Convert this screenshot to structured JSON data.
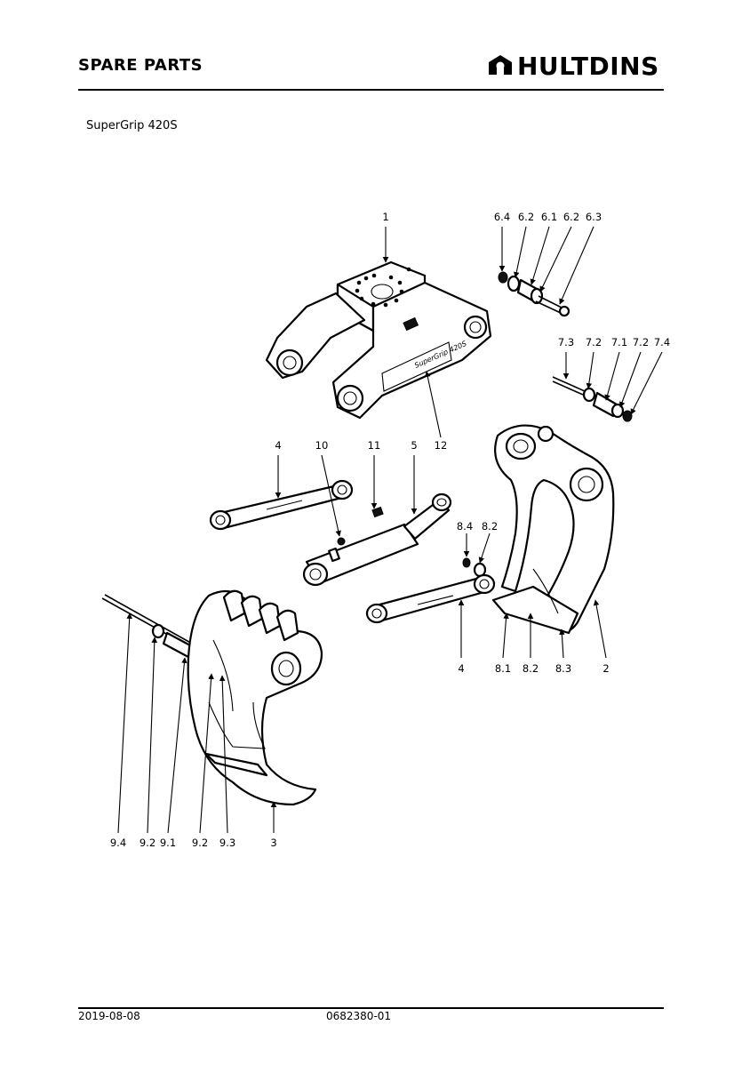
{
  "header": {
    "title": "SPARE PARTS",
    "brand": "HULTDINS"
  },
  "subtitle": "SuperGrip 420S",
  "footer": {
    "date": "2019-08-08",
    "doc_number": "0682380-01"
  },
  "callouts": {
    "c1": "1",
    "c6_4": "6.4",
    "c6_2a": "6.2",
    "c6_1": "6.1",
    "c6_2b": "6.2",
    "c6_3": "6.3",
    "c7_3": "7.3",
    "c7_2a": "7.2",
    "c7_1": "7.1",
    "c7_2b": "7.2",
    "c7_4": "7.4",
    "c4_top": "4",
    "c10": "10",
    "c11": "11",
    "c5": "5",
    "c12": "12",
    "c8_4": "8.4",
    "c8_2_top": "8.2",
    "c4_bottom": "4",
    "c8_1": "8.1",
    "c8_2_bottom": "8.2",
    "c8_3": "8.3",
    "c2": "2",
    "c9_4": "9.4",
    "c9_2a": "9.2",
    "c9_1": "9.1",
    "c9_2b": "9.2",
    "c9_3": "9.3",
    "c3": "3"
  },
  "product_plate_text": "SuperGrip 420S"
}
